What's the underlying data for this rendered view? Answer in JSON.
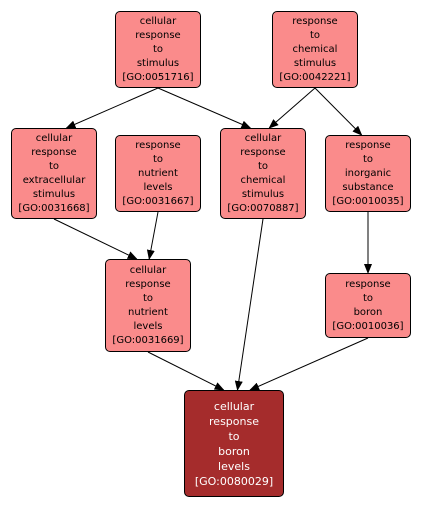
{
  "colors": {
    "node_fill": "#fa8b8b",
    "target_fill": "#a52c2c",
    "edge": "#000000"
  },
  "nodes": [
    {
      "id": "n0051716",
      "label": "cellular\nresponse\nto\nstimulus\n[GO:0051716]"
    },
    {
      "id": "n0042221",
      "label": "response\nto\nchemical\nstimulus\n[GO:0042221]"
    },
    {
      "id": "n0031668",
      "label": "cellular\nresponse\nto\nextracellular\nstimulus\n[GO:0031668]"
    },
    {
      "id": "n0031667",
      "label": "response\nto\nnutrient\nlevels\n[GO:0031667]"
    },
    {
      "id": "n0070887",
      "label": "cellular\nresponse\nto\nchemical\nstimulus\n[GO:0070887]"
    },
    {
      "id": "n0010035",
      "label": "response\nto\ninorganic\nsubstance\n[GO:0010035]"
    },
    {
      "id": "n0031669",
      "label": "cellular\nresponse\nto\nnutrient\nlevels\n[GO:0031669]"
    },
    {
      "id": "n0010036",
      "label": "response\nto\nboron\n[GO:0010036]"
    },
    {
      "id": "n0080029",
      "label": "cellular\nresponse\nto\nboron\nlevels\n[GO:0080029]",
      "target": true
    }
  ],
  "edges": [
    {
      "from": "n0051716",
      "to": "n0031668"
    },
    {
      "from": "n0051716",
      "to": "n0070887"
    },
    {
      "from": "n0042221",
      "to": "n0070887"
    },
    {
      "from": "n0042221",
      "to": "n0010035"
    },
    {
      "from": "n0031668",
      "to": "n0031669"
    },
    {
      "from": "n0031667",
      "to": "n0031669"
    },
    {
      "from": "n0070887",
      "to": "n0080029"
    },
    {
      "from": "n0010035",
      "to": "n0010036"
    },
    {
      "from": "n0031669",
      "to": "n0080029"
    },
    {
      "from": "n0010036",
      "to": "n0080029"
    }
  ]
}
